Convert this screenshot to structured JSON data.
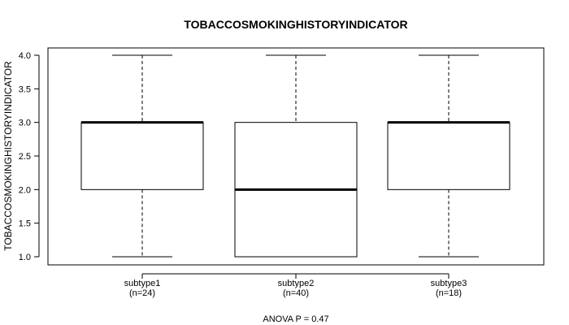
{
  "chart_data": {
    "type": "boxplot",
    "title": "TOBACCOSMOKINGHISTORYINDICATOR",
    "xlabel": "",
    "ylabel": "TOBACCOSMOKINGHISTORYINDICATOR",
    "ylim": [
      0.9,
      4.1
    ],
    "yticks": [
      "1.0",
      "1.5",
      "2.0",
      "2.5",
      "3.0",
      "3.5",
      "4.0"
    ],
    "categories": [
      "subtype1",
      "subtype2",
      "subtype3"
    ],
    "counts": [
      "(n=24)",
      "(n=40)",
      "(n=18)"
    ],
    "boxes": [
      {
        "min": 1.0,
        "q1": 2.0,
        "median": 3.0,
        "q3": 3.0,
        "max": 4.0
      },
      {
        "min": 1.0,
        "q1": 1.0,
        "median": 2.0,
        "q3": 3.0,
        "max": 4.0
      },
      {
        "min": 1.0,
        "q1": 2.0,
        "median": 3.0,
        "q3": 3.0,
        "max": 4.0
      }
    ],
    "footnote": "ANOVA P = 0.47",
    "grid": false
  }
}
